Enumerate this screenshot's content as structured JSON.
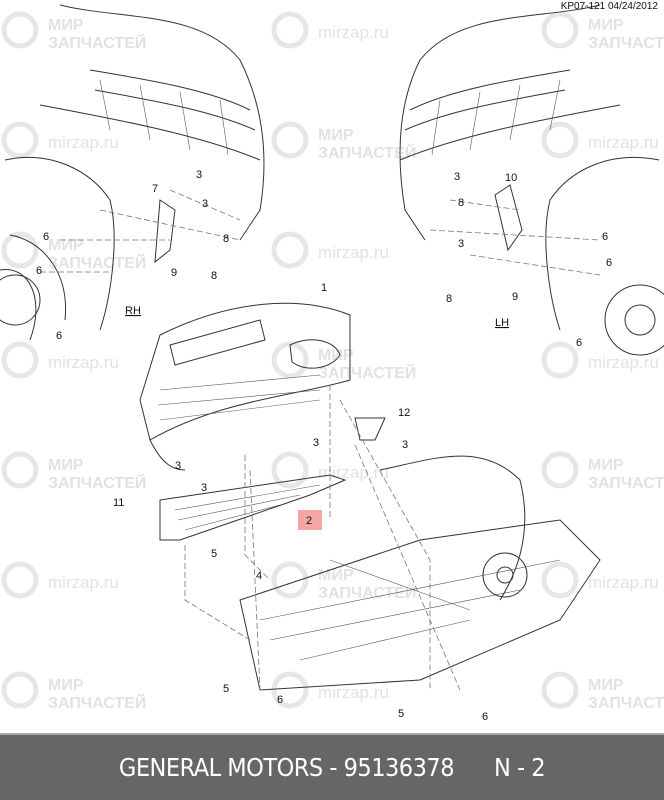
{
  "header": {
    "reference": "KP07-121 04/24/2012"
  },
  "watermark": {
    "brand_line1": "МИР",
    "brand_line2": "ЗАПЧАСТЕЙ",
    "url": "mirzap.ru"
  },
  "side_labels": {
    "rh": "RH",
    "lh": "LH"
  },
  "callouts": [
    {
      "n": "7"
    },
    {
      "n": "3"
    },
    {
      "n": "3"
    },
    {
      "n": "6"
    },
    {
      "n": "6"
    },
    {
      "n": "8"
    },
    {
      "n": "8"
    },
    {
      "n": "9"
    },
    {
      "n": "6"
    },
    {
      "n": "10"
    },
    {
      "n": "3"
    },
    {
      "n": "8"
    },
    {
      "n": "3"
    },
    {
      "n": "6"
    },
    {
      "n": "6"
    },
    {
      "n": "9"
    },
    {
      "n": "8"
    },
    {
      "n": "6"
    },
    {
      "n": "1"
    },
    {
      "n": "12"
    },
    {
      "n": "3"
    },
    {
      "n": "3"
    },
    {
      "n": "3"
    },
    {
      "n": "11"
    },
    {
      "n": "3"
    },
    {
      "n": "2"
    },
    {
      "n": "5"
    },
    {
      "n": "4"
    },
    {
      "n": "5"
    },
    {
      "n": "6"
    },
    {
      "n": "5"
    },
    {
      "n": "6"
    }
  ],
  "highlight_color": "#f4a6a6",
  "footer": {
    "part": "GENERAL MOTORS - 95136378",
    "position": "N - 2"
  }
}
